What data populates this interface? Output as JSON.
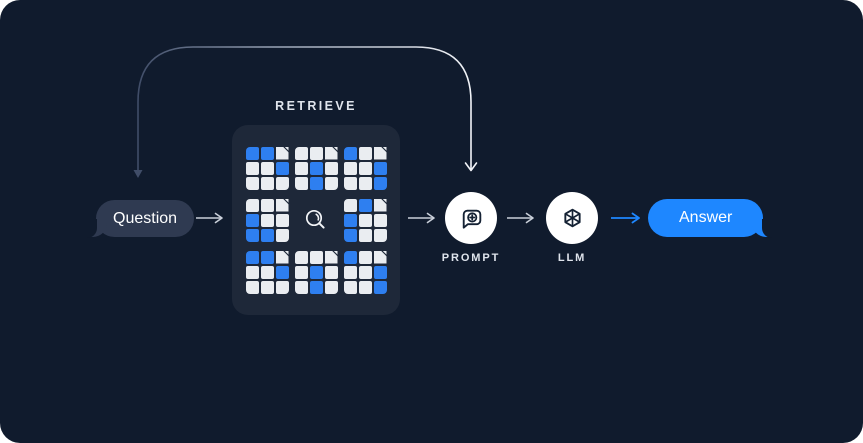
{
  "diagram": {
    "description": "Retrieval-augmented generation flow",
    "nodes": {
      "question": {
        "label": "Question"
      },
      "retrieve": {
        "label": "RETRIEVE"
      },
      "prompt": {
        "label": "PROMPT"
      },
      "llm": {
        "label": "LLM"
      },
      "answer": {
        "label": "Answer"
      }
    },
    "retrieve_grid": {
      "center_icon": "magnifier-icon",
      "tile_legend": {
        "B": "blue tile",
        "W": "white tile",
        "D": "folded-corner tile"
      },
      "documents": [
        {
          "name": "doc-1",
          "pattern": [
            "B",
            "B",
            "D",
            "W",
            "W",
            "B",
            "W",
            "W",
            "W"
          ]
        },
        {
          "name": "doc-2",
          "pattern": [
            "W",
            "W",
            "D",
            "W",
            "B",
            "W",
            "W",
            "B",
            "W"
          ]
        },
        {
          "name": "doc-3",
          "pattern": [
            "B",
            "W",
            "D",
            "W",
            "W",
            "B",
            "W",
            "W",
            "B"
          ]
        },
        {
          "name": "doc-4",
          "pattern": [
            "W",
            "W",
            "D",
            "B",
            "W",
            "W",
            "B",
            "B",
            "W"
          ]
        },
        {
          "name": "doc-5",
          "pattern": [
            "W",
            "B",
            "D",
            "B",
            "W",
            "W",
            "B",
            "W",
            "W"
          ]
        },
        {
          "name": "doc-6",
          "pattern": [
            "B",
            "B",
            "D",
            "W",
            "W",
            "B",
            "W",
            "W",
            "W"
          ]
        },
        {
          "name": "doc-7",
          "pattern": [
            "W",
            "W",
            "D",
            "W",
            "B",
            "W",
            "W",
            "B",
            "W"
          ]
        },
        {
          "name": "doc-8",
          "pattern": [
            "B",
            "W",
            "D",
            "W",
            "W",
            "B",
            "W",
            "W",
            "B"
          ]
        }
      ]
    },
    "connectors": {
      "loop_arc": {
        "from": "question",
        "to": "prompt",
        "arrowheads": "down-at-both-ends"
      },
      "arrows": [
        "question→retrieve",
        "retrieve→prompt",
        "prompt→llm",
        "llm→answer (accent)"
      ]
    }
  },
  "theme": {
    "page_bg": "#ffffff",
    "card_bg": "#101b2d",
    "panel_bg": "#1e2839",
    "question_bubble_bg": "#2f3a51",
    "answer_bubble_bg": "#1e87ff",
    "bubble_text": "#ffffff",
    "label_text": "#dfe4ec",
    "tile_blue": "#2e7ff0",
    "tile_white": "#eaedf1",
    "arrow": "#c9cfd9",
    "accent": "#1e87ff",
    "icon_dark": "#152234",
    "icon_light": "#f3f5f8",
    "circle_bg": "#ffffff",
    "arc_start": "#404d68",
    "arc_mid": "#98a3b5",
    "arc_end": "#f2f4f8"
  }
}
